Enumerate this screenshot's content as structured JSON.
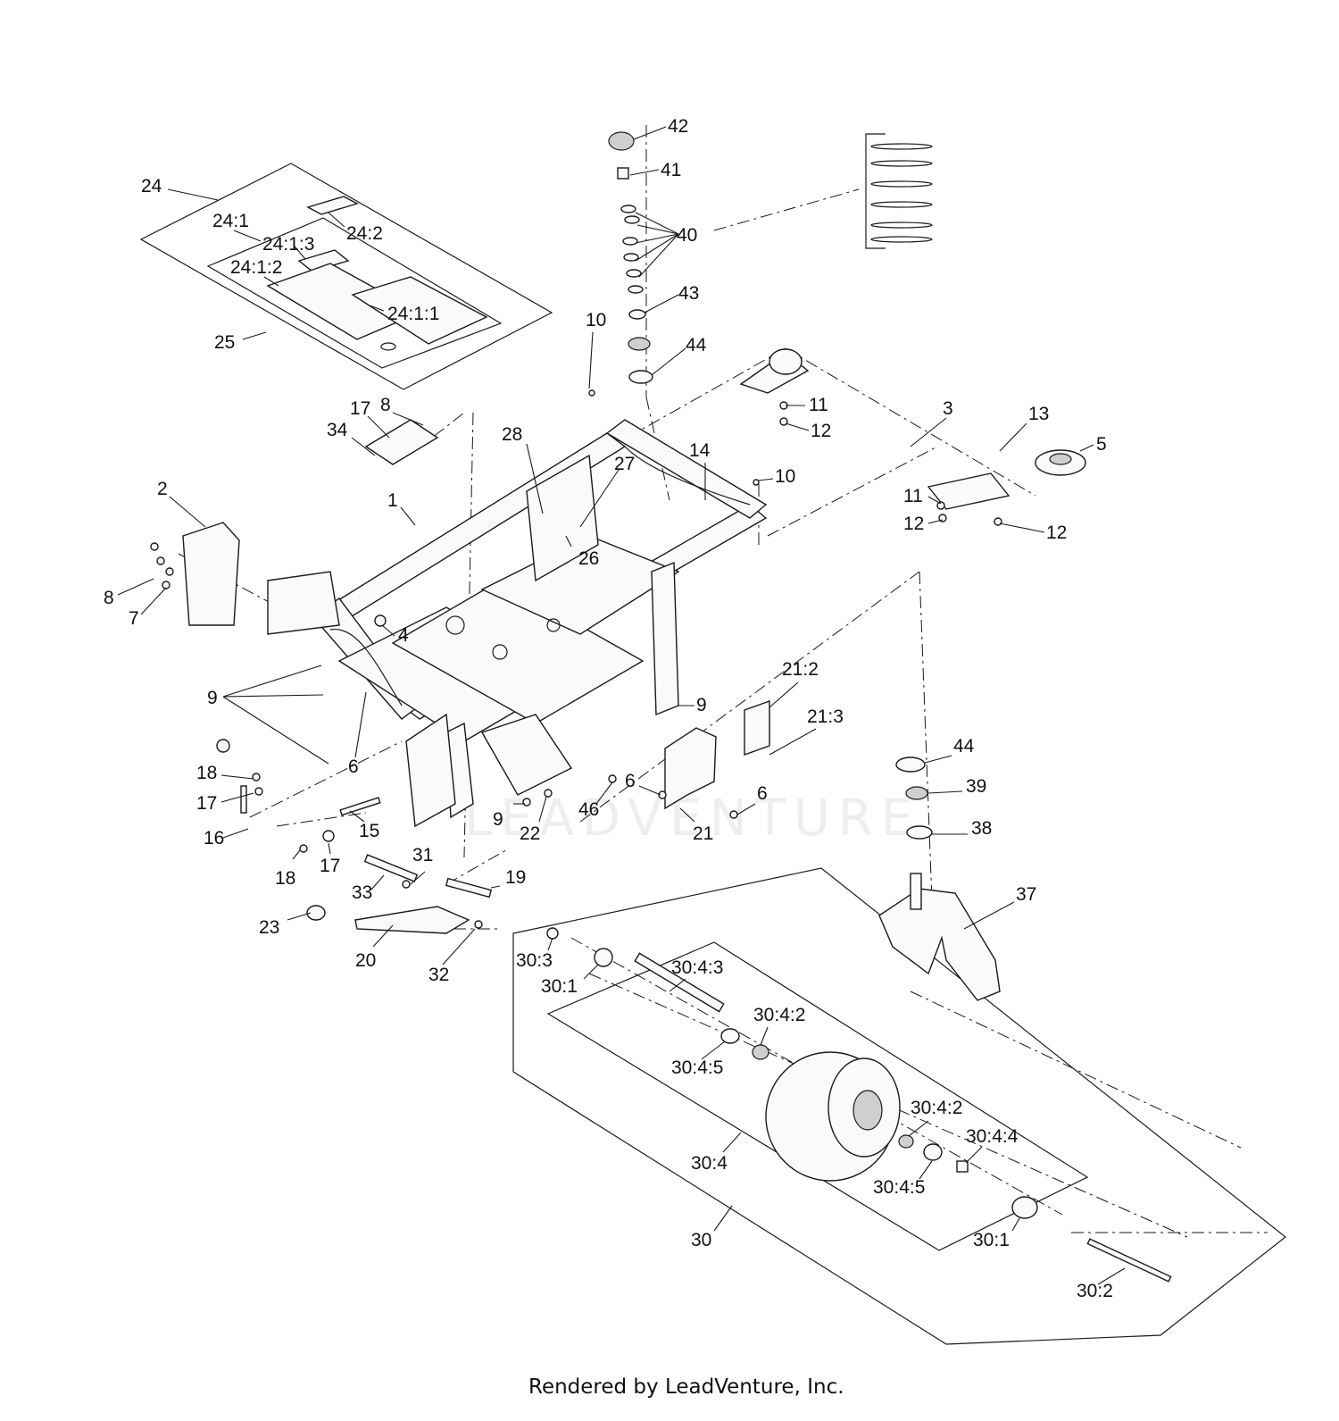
{
  "watermark": "LEADVENTURE",
  "footer": "Rendered by LeadVenture, Inc.",
  "callouts": [
    {
      "id": "c42",
      "text": "42"
    },
    {
      "id": "c41",
      "text": "41"
    },
    {
      "id": "c40",
      "text": "40"
    },
    {
      "id": "c43",
      "text": "43"
    },
    {
      "id": "c44a",
      "text": "44"
    },
    {
      "id": "c24",
      "text": "24"
    },
    {
      "id": "c24-1",
      "text": "24:1"
    },
    {
      "id": "c24-2",
      "text": "24:2"
    },
    {
      "id": "c24-1-3",
      "text": "24:1:3"
    },
    {
      "id": "c24-1-2",
      "text": "24:1:2"
    },
    {
      "id": "c24-1-1",
      "text": "24:1:1"
    },
    {
      "id": "c25",
      "text": "25"
    },
    {
      "id": "c10a",
      "text": "10"
    },
    {
      "id": "c10b",
      "text": "10"
    },
    {
      "id": "c17a",
      "text": "17"
    },
    {
      "id": "c8a",
      "text": "8"
    },
    {
      "id": "c34",
      "text": "34"
    },
    {
      "id": "c28",
      "text": "28"
    },
    {
      "id": "c27",
      "text": "27"
    },
    {
      "id": "c14",
      "text": "14"
    },
    {
      "id": "c11a",
      "text": "11"
    },
    {
      "id": "c12a",
      "text": "12"
    },
    {
      "id": "c3",
      "text": "3"
    },
    {
      "id": "c13",
      "text": "13"
    },
    {
      "id": "c5",
      "text": "5"
    },
    {
      "id": "c11b",
      "text": "11"
    },
    {
      "id": "c12b",
      "text": "12"
    },
    {
      "id": "c12c",
      "text": "12"
    },
    {
      "id": "c2",
      "text": "2"
    },
    {
      "id": "c1",
      "text": "1"
    },
    {
      "id": "c26",
      "text": "26"
    },
    {
      "id": "c8b",
      "text": "8"
    },
    {
      "id": "c7",
      "text": "7"
    },
    {
      "id": "c4",
      "text": "4"
    },
    {
      "id": "c9a",
      "text": "9"
    },
    {
      "id": "c9b",
      "text": "9"
    },
    {
      "id": "c21-2",
      "text": "21:2"
    },
    {
      "id": "c21-3",
      "text": "21:3"
    },
    {
      "id": "c6a",
      "text": "6"
    },
    {
      "id": "c18a",
      "text": "18"
    },
    {
      "id": "c17b",
      "text": "17"
    },
    {
      "id": "c16",
      "text": "16"
    },
    {
      "id": "c15",
      "text": "15"
    },
    {
      "id": "c18b",
      "text": "18"
    },
    {
      "id": "c17c",
      "text": "17"
    },
    {
      "id": "c6b",
      "text": "6"
    },
    {
      "id": "c6c",
      "text": "6"
    },
    {
      "id": "c9c",
      "text": "9"
    },
    {
      "id": "c22",
      "text": "22"
    },
    {
      "id": "c46",
      "text": "46"
    },
    {
      "id": "c21",
      "text": "21"
    },
    {
      "id": "c44b",
      "text": "44"
    },
    {
      "id": "c39",
      "text": "39"
    },
    {
      "id": "c38",
      "text": "38"
    },
    {
      "id": "c31",
      "text": "31"
    },
    {
      "id": "c33",
      "text": "33"
    },
    {
      "id": "c19",
      "text": "19"
    },
    {
      "id": "c23",
      "text": "23"
    },
    {
      "id": "c20",
      "text": "20"
    },
    {
      "id": "c32",
      "text": "32"
    },
    {
      "id": "c37",
      "text": "37"
    },
    {
      "id": "c30-3",
      "text": "30:3"
    },
    {
      "id": "c30-1a",
      "text": "30:1"
    },
    {
      "id": "c30-4-3",
      "text": "30:4:3"
    },
    {
      "id": "c30-4-2a",
      "text": "30:4:2"
    },
    {
      "id": "c30-4-5a",
      "text": "30:4:5"
    },
    {
      "id": "c30-4-2b",
      "text": "30:4:2"
    },
    {
      "id": "c30-4-4",
      "text": "30:4:4"
    },
    {
      "id": "c30-4",
      "text": "30:4"
    },
    {
      "id": "c30-4-5b",
      "text": "30:4:5"
    },
    {
      "id": "c30",
      "text": "30"
    },
    {
      "id": "c30-1b",
      "text": "30:1"
    },
    {
      "id": "c30-2",
      "text": "30:2"
    }
  ]
}
